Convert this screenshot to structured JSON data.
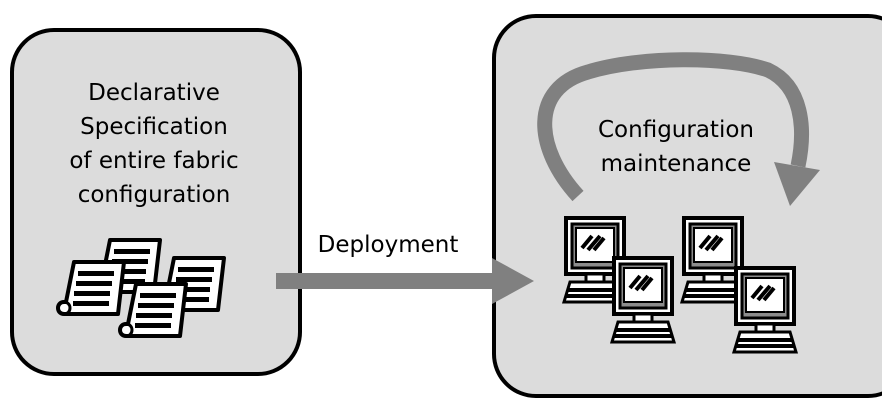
{
  "spec_panel": {
    "text": "Declarative\nSpecification\nof entire fabric\nconfiguration",
    "icon": "documents-stack-icon"
  },
  "deployment": {
    "label": "Deployment",
    "icon": "right-arrow-icon"
  },
  "maintenance_panel": {
    "text": "Configuration\nmaintenance",
    "loop_icon": "curved-loop-arrow-icon",
    "computer_icon": "computer-workstation-icon"
  },
  "colors": {
    "panel_fill": "#dcdcdc",
    "arrow_fill": "#808080",
    "outline": "#000000",
    "paper": "#ffffff"
  }
}
